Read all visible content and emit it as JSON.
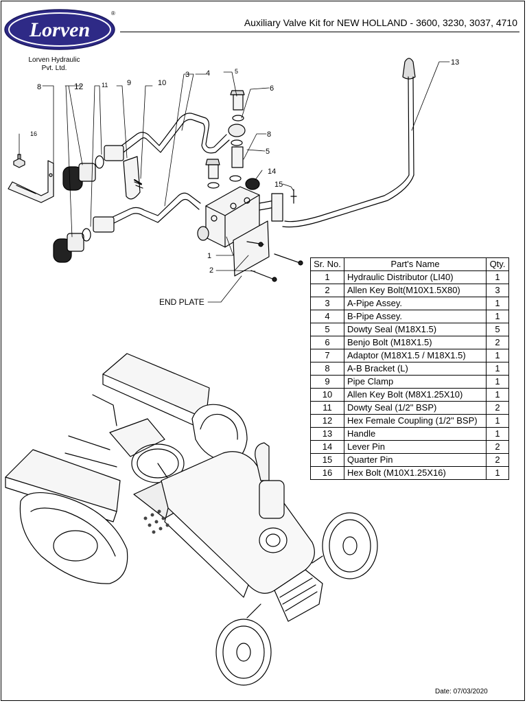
{
  "brand": {
    "logo_text": "Lorven",
    "registered_mark": "®",
    "company_line1": "Lorven Hydraulic",
    "company_line2": "Pvt. Ltd.",
    "logo_color": "#2e2a86"
  },
  "title": "Auxiliary Valve Kit for NEW HOLLAND - 3600, 3230, 3037, 4710",
  "callouts": {
    "c1": "1",
    "c2": "2",
    "c3": "3",
    "c4": "4",
    "c5a": "5",
    "c5b": "5",
    "c6": "6",
    "c8a": "8",
    "c8b": "8",
    "c9": "9",
    "c10": "10",
    "c11": "11",
    "c12": "12",
    "c13": "13",
    "c14": "14",
    "c15": "15",
    "c16": "16",
    "end_plate": "END PLATE"
  },
  "table": {
    "headers": [
      "Sr. No.",
      "Part's Name",
      "Qty."
    ],
    "rows": [
      {
        "no": "1",
        "name": "Hydraulic Distributor (LI40)",
        "qty": "1"
      },
      {
        "no": "2",
        "name": "Allen Key Bolt(M10X1.5X80)",
        "qty": "3"
      },
      {
        "no": "3",
        "name": "A-Pipe Assey.",
        "qty": "1"
      },
      {
        "no": "4",
        "name": "B-Pipe Assey.",
        "qty": "1"
      },
      {
        "no": "5",
        "name": "Dowty Seal (M18X1.5)",
        "qty": "5"
      },
      {
        "no": "6",
        "name": "Benjo Bolt (M18X1.5)",
        "qty": "2"
      },
      {
        "no": "7",
        "name": "Adaptor (M18X1.5 / M18X1.5)",
        "qty": "1"
      },
      {
        "no": "8",
        "name": "A-B Bracket (L)",
        "qty": "1"
      },
      {
        "no": "9",
        "name": "Pipe Clamp",
        "qty": "1"
      },
      {
        "no": "10",
        "name": "Allen Key Bolt (M8X1.25X10)",
        "qty": "1"
      },
      {
        "no": "11",
        "name": "Dowty Seal (1/2\" BSP)",
        "qty": "2"
      },
      {
        "no": "12",
        "name": "Hex Female Coupling (1/2\" BSP)",
        "qty": "1"
      },
      {
        "no": "13",
        "name": "Handle",
        "qty": "1"
      },
      {
        "no": "14",
        "name": "Lever Pin",
        "qty": "2"
      },
      {
        "no": "15",
        "name": "Quarter Pin",
        "qty": "2"
      },
      {
        "no": "16",
        "name": "Hex Bolt (M10X1.25X16)",
        "qty": "1"
      }
    ]
  },
  "date": "Date: 07/03/2020"
}
